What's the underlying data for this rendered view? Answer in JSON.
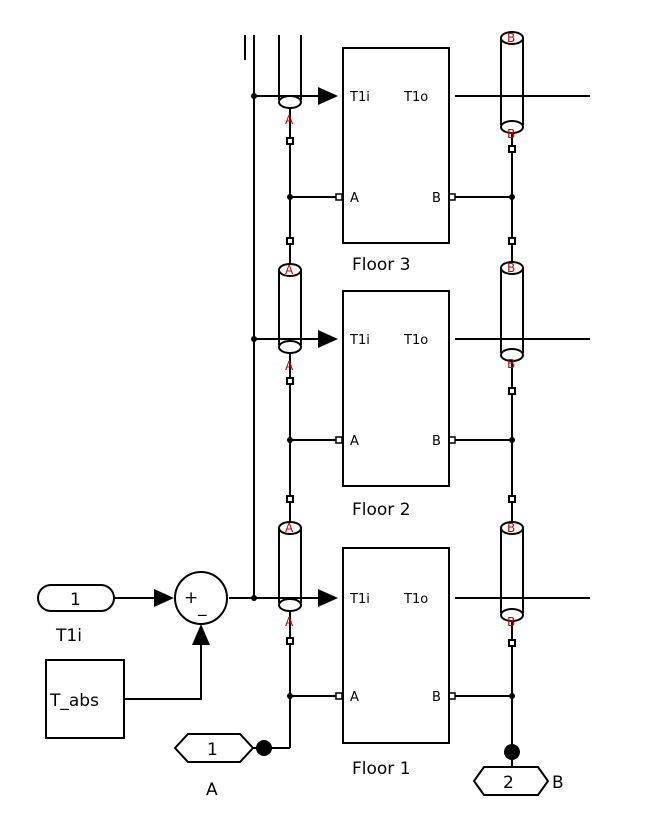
{
  "floors": [
    {
      "name": "Floor 3",
      "in_port": "T1i",
      "out_port": "T1o",
      "left_port": "A",
      "right_port": "B"
    },
    {
      "name": "Floor 2",
      "in_port": "T1i",
      "out_port": "T1o",
      "left_port": "A",
      "right_port": "B"
    },
    {
      "name": "Floor 1",
      "in_port": "T1i",
      "out_port": "T1o",
      "left_port": "A",
      "right_port": "B"
    }
  ],
  "inport": {
    "number": "1",
    "label": "T1i"
  },
  "constant": {
    "label": "T_abs"
  },
  "sum": {
    "plus": "+",
    "minus": "_"
  },
  "connection_a": {
    "number": "1",
    "label": "A"
  },
  "connection_b": {
    "number": "2",
    "label": "B"
  },
  "pipe_tag_a": "A",
  "pipe_tag_b": "B"
}
